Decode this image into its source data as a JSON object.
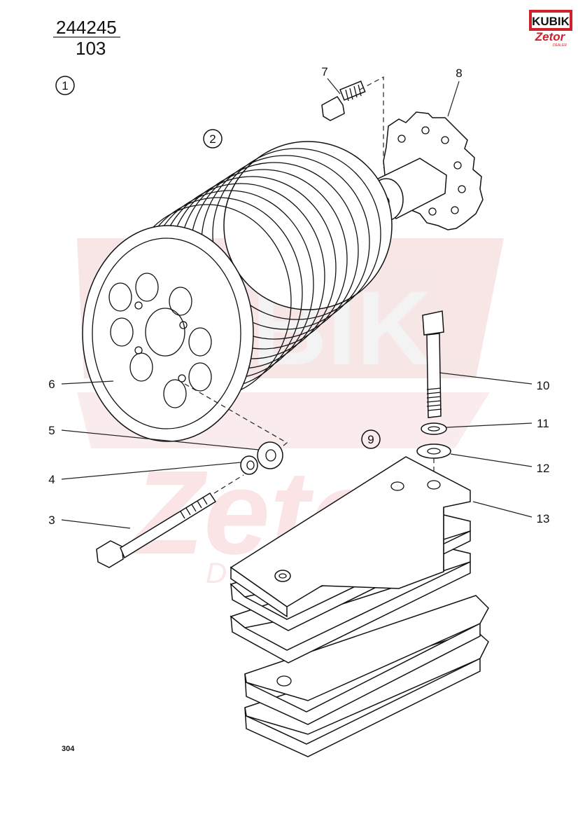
{
  "header": {
    "code_top": "244245",
    "code_bottom": "103"
  },
  "logo": {
    "brand_top": "KUBIK",
    "brand_bottom": "Zetor",
    "brand_sub": "DEALER",
    "color": "#d0202a"
  },
  "watermark": {
    "color": "#f4c6c8",
    "text_1": "KUBIK",
    "text_2": "Zetor",
    "text_3": "DEALER"
  },
  "group_labels": [
    "1",
    "2",
    "9"
  ],
  "callouts": [
    "3",
    "4",
    "5",
    "6",
    "7",
    "8",
    "10",
    "11",
    "12",
    "13"
  ],
  "page_number": "304"
}
